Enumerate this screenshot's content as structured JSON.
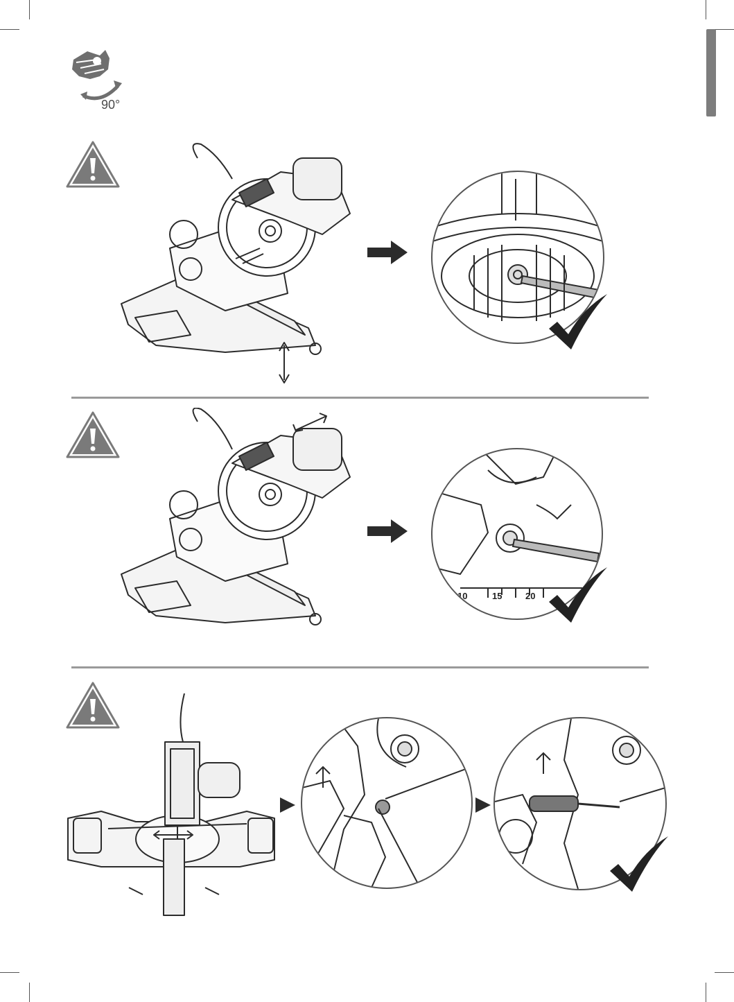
{
  "header": {
    "angle_label": "90°"
  },
  "section2": {
    "scale_labels": [
      "10",
      "15",
      "20"
    ]
  },
  "colors": {
    "line": "#2b2b2b",
    "divider": "#9a9a9a",
    "warning_fill": "#7a7a7a",
    "tab": "#7d7d7d"
  },
  "icons": {
    "header": "miter-saw-rotate-icon",
    "warning": "warning-triangle-icon",
    "check": "checkmark-icon",
    "arrow": "arrow-right-icon"
  }
}
